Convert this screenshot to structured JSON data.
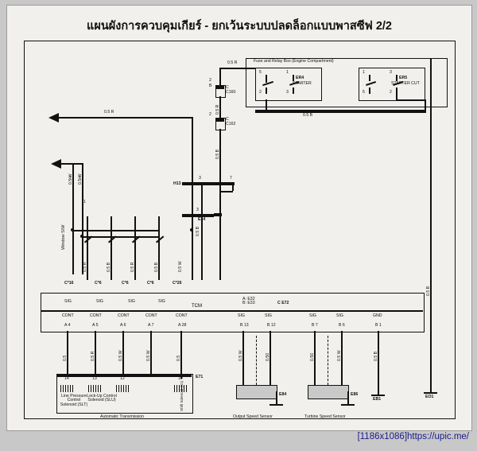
{
  "page": {
    "title": "แผนผังการควบคุมเกียร์ - ยกเว้นระบบปลดล็อกแบบพาสซีฟ 2/2",
    "footer": "[1186x1086]https://upic.me/"
  },
  "fuse_box": {
    "title": "Fuse and Relay Box (Engine Compartment)",
    "relays": [
      {
        "id": "ER4",
        "name": "STARTER",
        "pins": [
          "5",
          "2",
          "1",
          "3"
        ]
      },
      {
        "id": "ER5",
        "name": "STARTER CUT",
        "pins": [
          "1",
          "3",
          "5",
          "2"
        ]
      }
    ]
  },
  "wires": {
    "w_05R_top": "0.5 R",
    "w_05R_left": "0.5 R",
    "w_05B": "0.5 B",
    "w_05R_c160": "0.5 R",
    "w_05B_c162": "0.5 B",
    "w_05W_1": "0.5 W",
    "w_05W_2": "0.5 W",
    "w_05R_v": "0.5 R",
    "w_05B_v": "0.5 B",
    "w_05W_v": "0.5 W",
    "w_05B_e34": "0.5 B",
    "w_05R_tcm": "0.5 R",
    "w_05W_tcm": "0.5 W",
    "w_05W_tcm2": "0.5 W",
    "w_05_tcm_right": "0.5",
    "w_050_1": "0.50",
    "w_050_2": "0.50",
    "w_05W_sensor": "0.5 W",
    "w_05B_gnd": "0.5 B"
  },
  "connectors": {
    "c160": {
      "ref": "C160",
      "pin": "2",
      "side": "B",
      "sub": "C"
    },
    "c162": {
      "ref": "C162",
      "pin": "2",
      "side": "C"
    },
    "h13": "H13",
    "e34": "E34",
    "e71": "E71",
    "e72": "C E72",
    "e32_e33": "A: E32\nB: E33",
    "e84": "E84",
    "e86": "E86",
    "eb1": "EB1",
    "eo1": "EO1"
  },
  "window_sw": {
    "label": "Window S/W",
    "pins": [
      "2",
      "1",
      "3",
      "1",
      "7"
    ],
    "wire_labels": [
      "0.5 W",
      "0.5 W"
    ]
  },
  "switch_row": {
    "connector_labels": [
      "C*16",
      "C*6",
      "C*6",
      "C*6",
      "C*26"
    ],
    "wire_labels": [
      "0.5 R",
      "0.5 B",
      "0.5 R",
      "0.5 B",
      "0.5 W"
    ],
    "sig_labels": [
      "SIG",
      "SIG",
      "SIG",
      "SIG"
    ]
  },
  "tcm": {
    "label": "TCM",
    "row_top": [
      "CONT",
      "CONT",
      "CONT",
      "CONT",
      "CONT",
      "SIG",
      "SIG",
      "SIG",
      "SIG",
      "GND"
    ],
    "row_pins": [
      "A 4",
      "A 5",
      "A 6",
      "A 7",
      "A 28",
      "B 13",
      "B 12",
      "B 7",
      "B 6",
      "B 1"
    ],
    "wire_labels": [
      "0.5",
      "0.5 R",
      "0.5 W",
      "0.5 W",
      "0.5",
      "0.5 W",
      "0.50",
      "0.50",
      "0.5 W",
      "0.5 B"
    ]
  },
  "transmission": {
    "title": "Automatic Transmission",
    "pins": [
      "14",
      "13",
      "12",
      "10"
    ],
    "items": [
      "Line Pressure Control Solenoid (SLT)",
      "Lock-Up Control Solenoid (SLU)",
      "Shift Solenoid (S1)"
    ]
  },
  "sensors": [
    {
      "name": "Output Speed Sensor",
      "gnd": "E84"
    },
    {
      "name": "Turbine Speed Sensor",
      "gnd": "E86"
    }
  ],
  "grounds": [
    "EB1",
    "EO1"
  ]
}
